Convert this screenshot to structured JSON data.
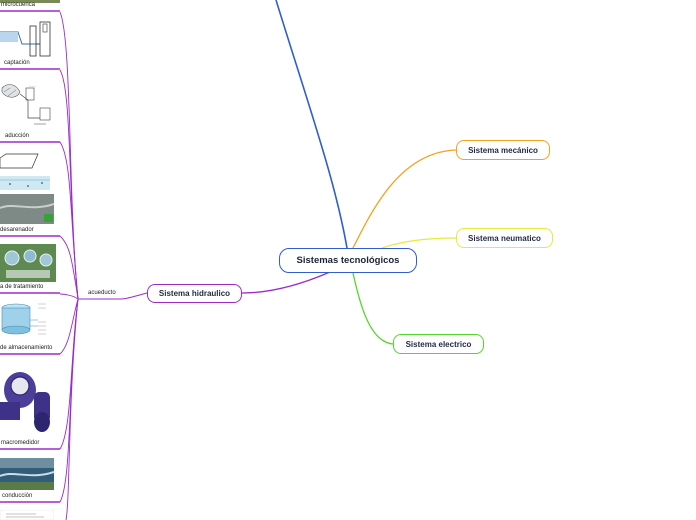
{
  "mindmap": {
    "central": "Sistemas tecnológicos",
    "branches": {
      "mecanico": "Sistema mecánico",
      "neumatico": "Sistema neumatico",
      "electrico": "Sistema electrico",
      "hidraulico": "Sistema hidraulico"
    },
    "acueducto": {
      "label": "acueducto",
      "items": [
        "microcuenca",
        "captación",
        "aducción",
        "desarenador",
        "a de tratamiento",
        "de almacenamiento",
        "macromedidor",
        "conducción"
      ]
    }
  },
  "colors": {
    "central": "#2f5fcf",
    "mecanico": "#f4a21e",
    "neumatico": "#e6ea3a",
    "electrico": "#55d62a",
    "hidraulico": "#9b2cc8"
  },
  "icons": [
    "captacion-diagram-icon",
    "aduccion-diagram-icon",
    "desarenador-diagram-icon",
    "planta-tratamiento-photo-icon",
    "tanque-almacenamiento-diagram-icon",
    "macromedidor-photo-icon",
    "conduccion-photo-icon"
  ]
}
